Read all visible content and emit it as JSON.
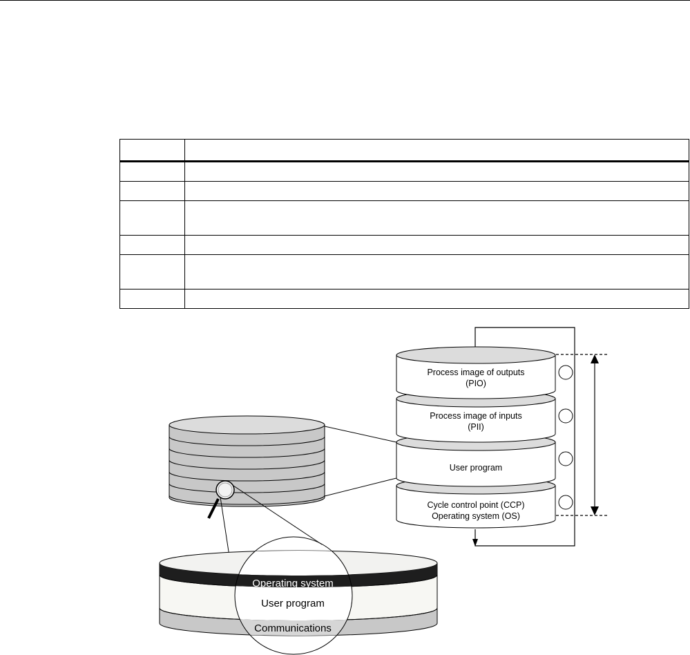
{
  "table": {
    "columns": [
      "",
      ""
    ],
    "rows": [
      [
        "",
        ""
      ],
      [
        "",
        ""
      ],
      [
        "",
        ""
      ],
      [
        "",
        ""
      ],
      [
        "",
        ""
      ],
      [
        "",
        ""
      ]
    ]
  },
  "diagram": {
    "cycle_layers": {
      "pio_line1": "Process image of outputs",
      "pio_line2": "(PIO)",
      "pii_line1": "Process image of inputs",
      "pii_line2": "(PII)",
      "user_program": "User program",
      "os_line1": "Cycle control point (CCP)",
      "os_line2": "Operating system (OS)"
    },
    "magnified_layers": {
      "operating_system": "Operating system",
      "user_program": "User program",
      "communications": "Communications"
    },
    "colors": {
      "light_gray": "#dcdcdc",
      "mid_gray": "#c8c8c8",
      "dark_band": "#1e1e1e",
      "ivory": "#f7f7f3"
    }
  }
}
